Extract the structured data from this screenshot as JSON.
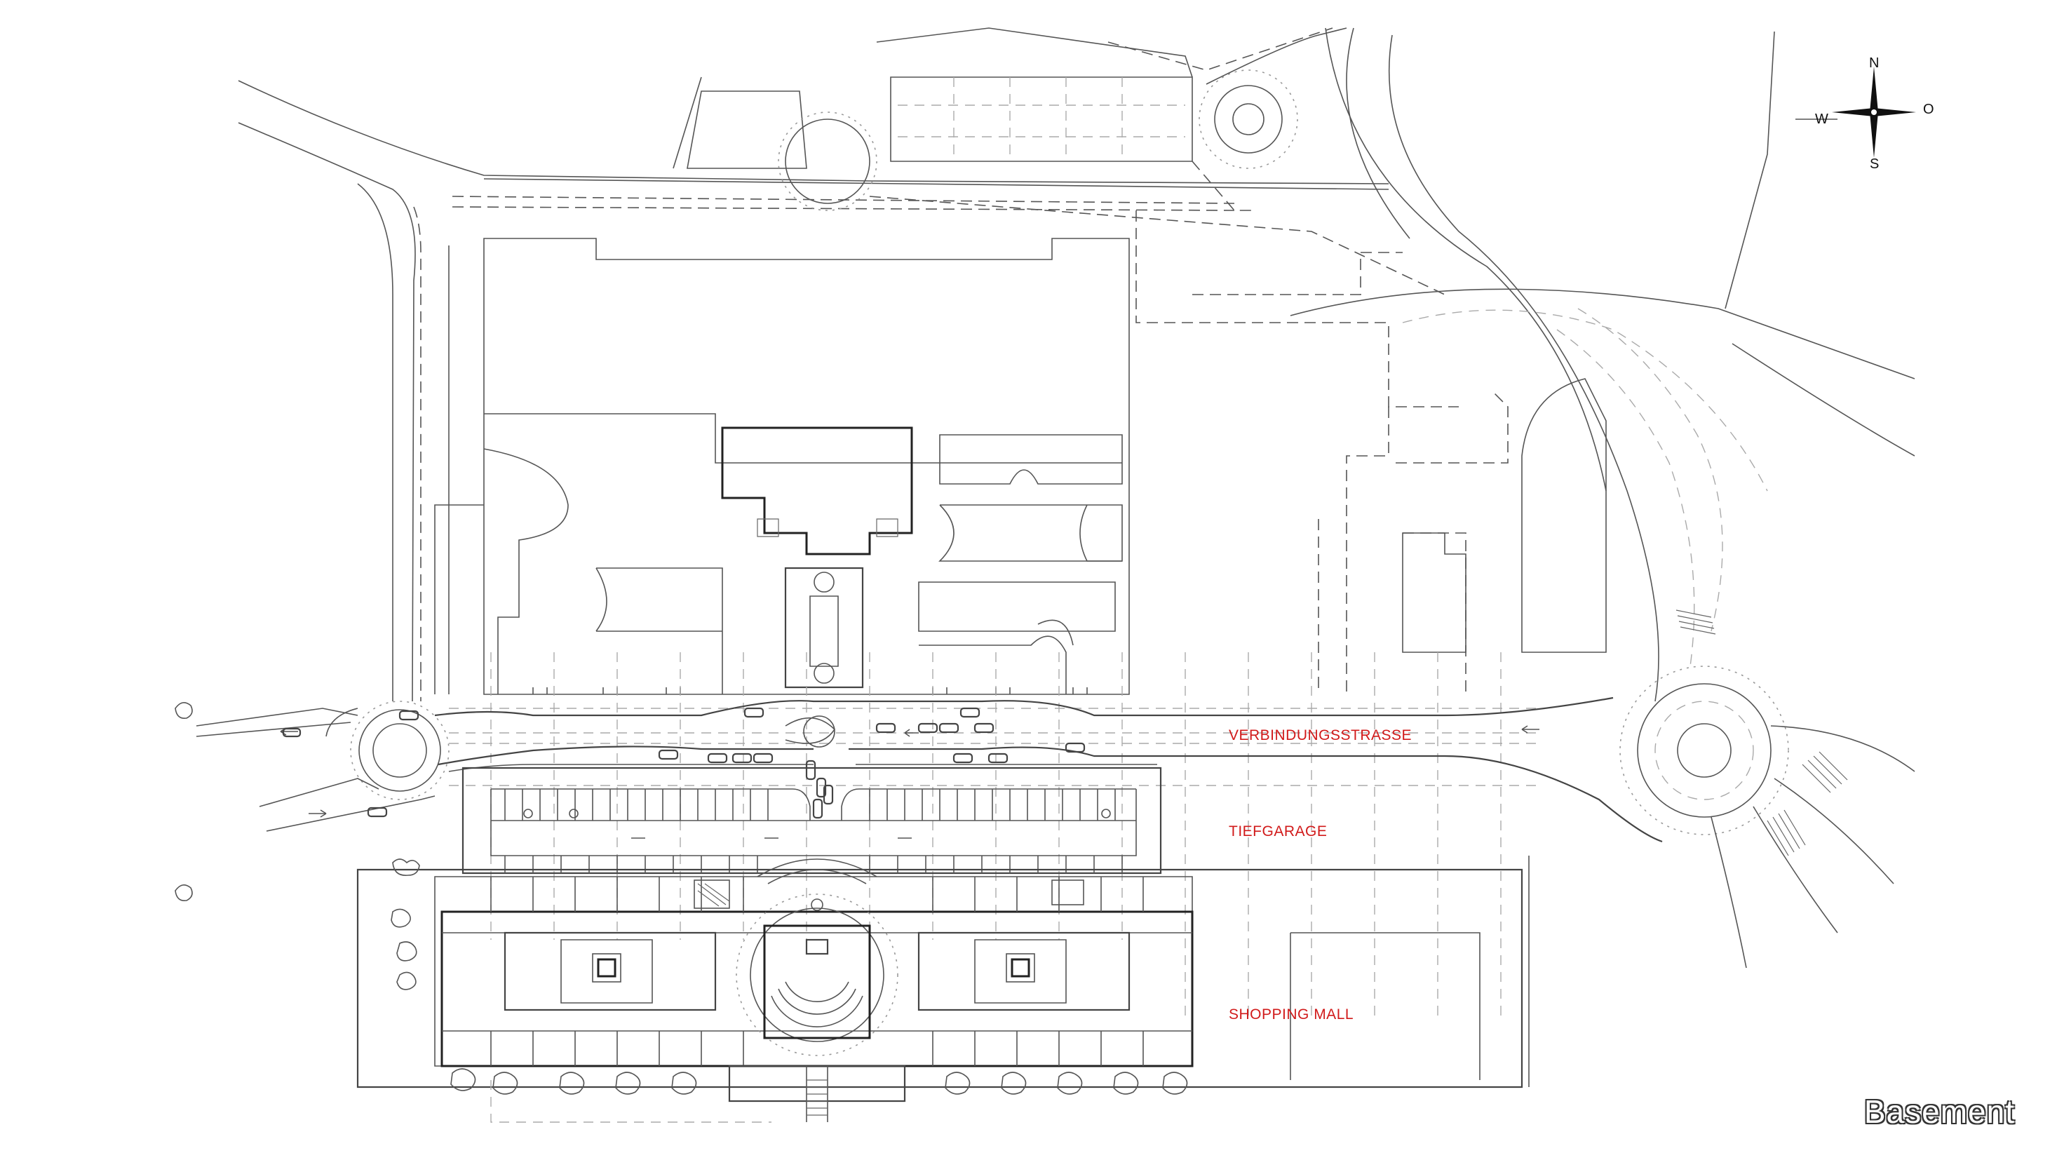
{
  "labels": {
    "street": "VERBINDUNGSSTRASSE",
    "garage": "TIEFGARAGE",
    "mall": "SHOPPING MALL"
  },
  "compass": {
    "n": "N",
    "s": "S",
    "w": "W",
    "o": "O"
  },
  "caption": "Basement",
  "colors": {
    "label": "#d11a1a",
    "line": "#444444",
    "background": "#ffffff"
  }
}
